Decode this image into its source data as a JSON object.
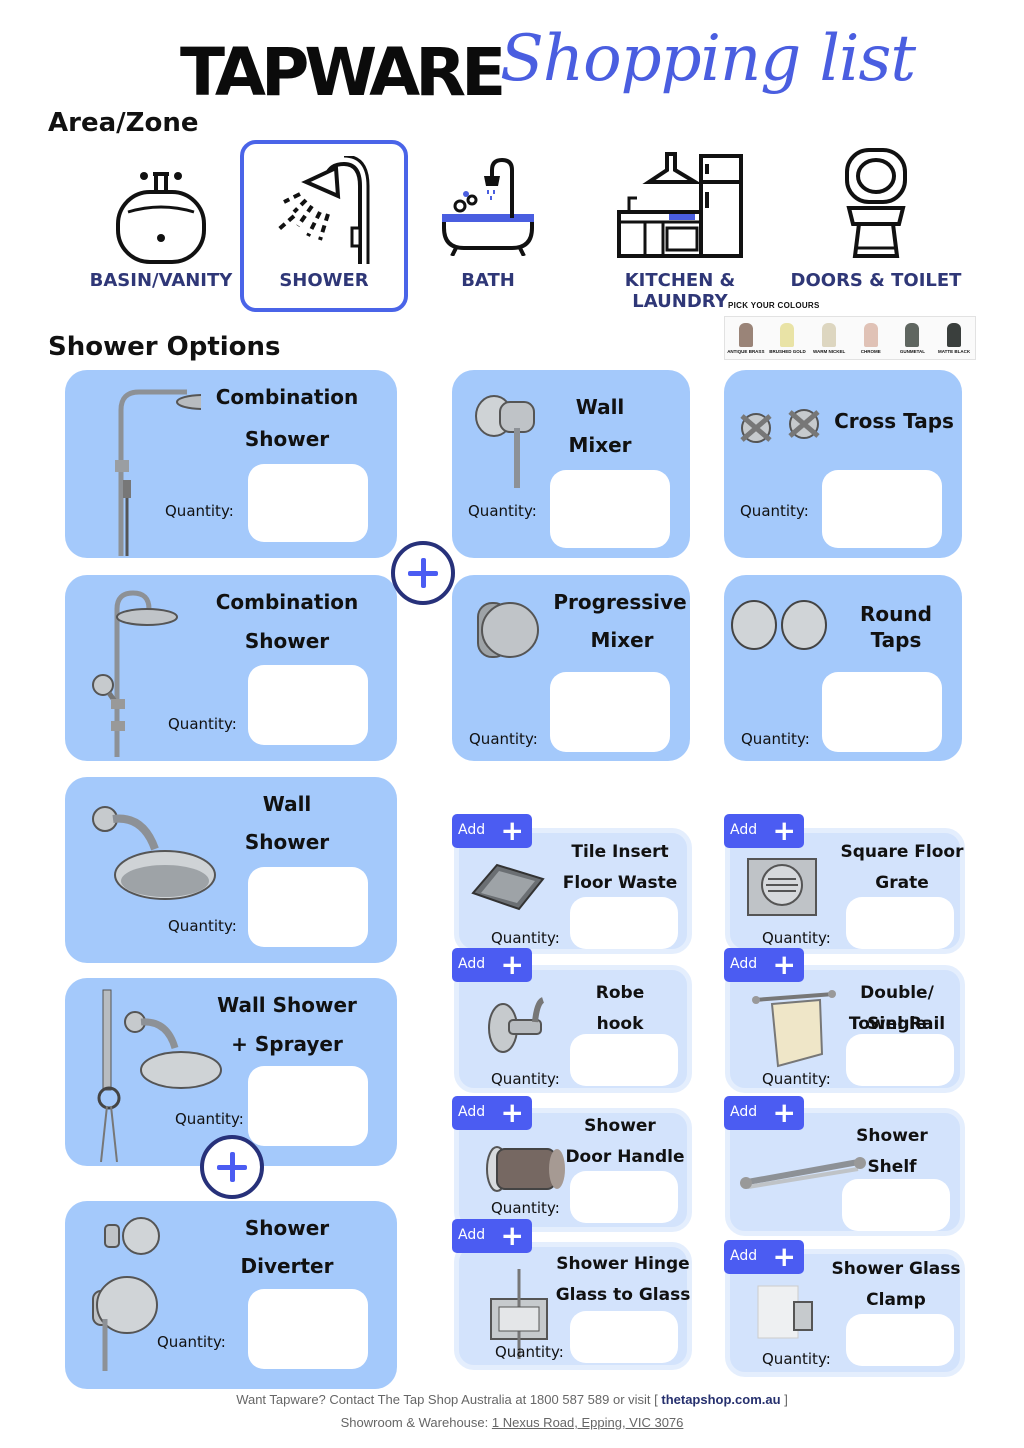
{
  "header": {
    "title": "TAPWARE",
    "script_title": "Shopping list",
    "area_heading": "Area/Zone",
    "options_heading": "Shower Options"
  },
  "zones": [
    {
      "label": "BASIN/VANITY",
      "icon": "basin-icon",
      "selected": false
    },
    {
      "label": "SHOWER",
      "icon": "shower-icon",
      "selected": true
    },
    {
      "label": "BATH",
      "icon": "bath-icon",
      "selected": false
    },
    {
      "label": "KITCHEN & LAUNDRY",
      "icon": "kitchen-icon",
      "selected": false
    },
    {
      "label": "DOORS & TOILET",
      "icon": "toilet-icon",
      "selected": false
    }
  ],
  "colours": {
    "label": "PICK YOUR COLOURS",
    "items": [
      {
        "label": "ANTIQUE BRASS",
        "color": "#9a8478"
      },
      {
        "label": "BRUSHED GOLD",
        "color": "#e9e3a6"
      },
      {
        "label": "WARM NICKEL",
        "color": "#ddd6c0"
      },
      {
        "label": "CHROME",
        "color": "#e0c2b6"
      },
      {
        "label": "GUNMETAL",
        "color": "#5f6660"
      },
      {
        "label": "MATTE BLACK",
        "color": "#3a3f3d"
      }
    ]
  },
  "quantity_label": "Quantity:",
  "add_label": "Add",
  "options": [
    {
      "line1": "Combination",
      "line2": "Shower",
      "icon": "rail-shower-icon"
    },
    {
      "line1": "Combination",
      "line2": "Shower",
      "icon": "rail-shower-handheld-icon"
    },
    {
      "line1": "Wall",
      "line2": "Shower",
      "icon": "wall-shower-icon"
    },
    {
      "line1": "Wall Shower",
      "line2": "+ Sprayer",
      "icon": "wall-shower-sprayer-icon"
    },
    {
      "line1": "Shower",
      "line2": "Diverter",
      "icon": "diverter-icon"
    },
    {
      "line1": "Wall",
      "line2": "Mixer",
      "icon": "wall-mixer-icon"
    },
    {
      "line1": "Progressive",
      "line2": "Mixer",
      "icon": "progressive-mixer-icon"
    },
    {
      "line1": "Cross Taps",
      "line2": "",
      "icon": "cross-taps-icon"
    },
    {
      "line1": "Round Taps",
      "line2": "",
      "icon": "round-taps-icon"
    }
  ],
  "accessories": [
    {
      "line1": "Tile Insert",
      "line2": "Floor Waste",
      "icon": "tile-insert-icon"
    },
    {
      "line1": "Robe",
      "line2": "hook",
      "icon": "robe-hook-icon"
    },
    {
      "line1": "Shower",
      "line2": "Door Handle",
      "icon": "door-handle-icon"
    },
    {
      "line1": "Shower Hinge",
      "line2": "Glass to Glass",
      "icon": "hinge-icon"
    },
    {
      "line1": "Square Floor",
      "line2": "Grate",
      "icon": "floor-grate-icon"
    },
    {
      "line1": "Double/ Single",
      "line2": "Towel Rail",
      "icon": "towel-rail-icon"
    },
    {
      "line1": "Shower",
      "line2": "Shelf",
      "icon": "shelf-icon"
    },
    {
      "line1": "Shower Glass",
      "line2": "Clamp",
      "icon": "clamp-icon"
    }
  ],
  "footer": {
    "contact": "Want Tapware?  Contact The Tap Shop Australia at 1800 587 589 or visit [",
    "website": "thetapshop.com.au",
    "contact_end": "]",
    "address_label": "Showroom & Warehouse:",
    "address": "1 Nexus Road, Epping, VIC 3076"
  }
}
